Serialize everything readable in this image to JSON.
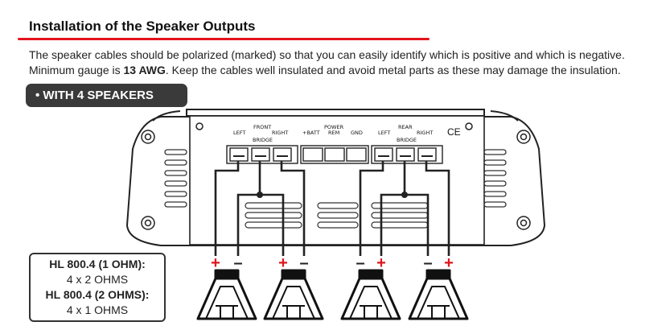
{
  "section": {
    "title": "Installation of the Speaker Outputs",
    "paragraph_pre": "The speaker cables should be polarized (marked) so that you can easily identify which is positive and which is negative. Minimum gauge is ",
    "paragraph_bold": "13 AWG",
    "paragraph_post": ". Keep the cables well insulated and avoid metal parts as these may damage the insulation.",
    "badge": "• WITH 4 SPEAKERS"
  },
  "panel": {
    "front": "FRONT",
    "front_left": "LEFT",
    "front_right": "RIGHT",
    "front_bridge": "BRIDGE",
    "power": "POWER",
    "batt": "+BATT",
    "rem": "REM",
    "gnd": "GND",
    "rear": "REAR",
    "rear_left": "LEFT",
    "rear_right": "RIGHT",
    "rear_bridge": "BRIDGE",
    "ce": "CE"
  },
  "polarity": {
    "plus": "+",
    "minus": "–"
  },
  "specs": {
    "model1": "HL 800.4 (1 OHM):",
    "config1": "4 x 2 OHMS",
    "model2": "HL 800.4 (2 OHMS):",
    "config2": "4 x 1 OHMS"
  },
  "colors": {
    "accent_red": "#e3141c",
    "badge_bg": "#3a3a3a",
    "line": "#222222"
  }
}
